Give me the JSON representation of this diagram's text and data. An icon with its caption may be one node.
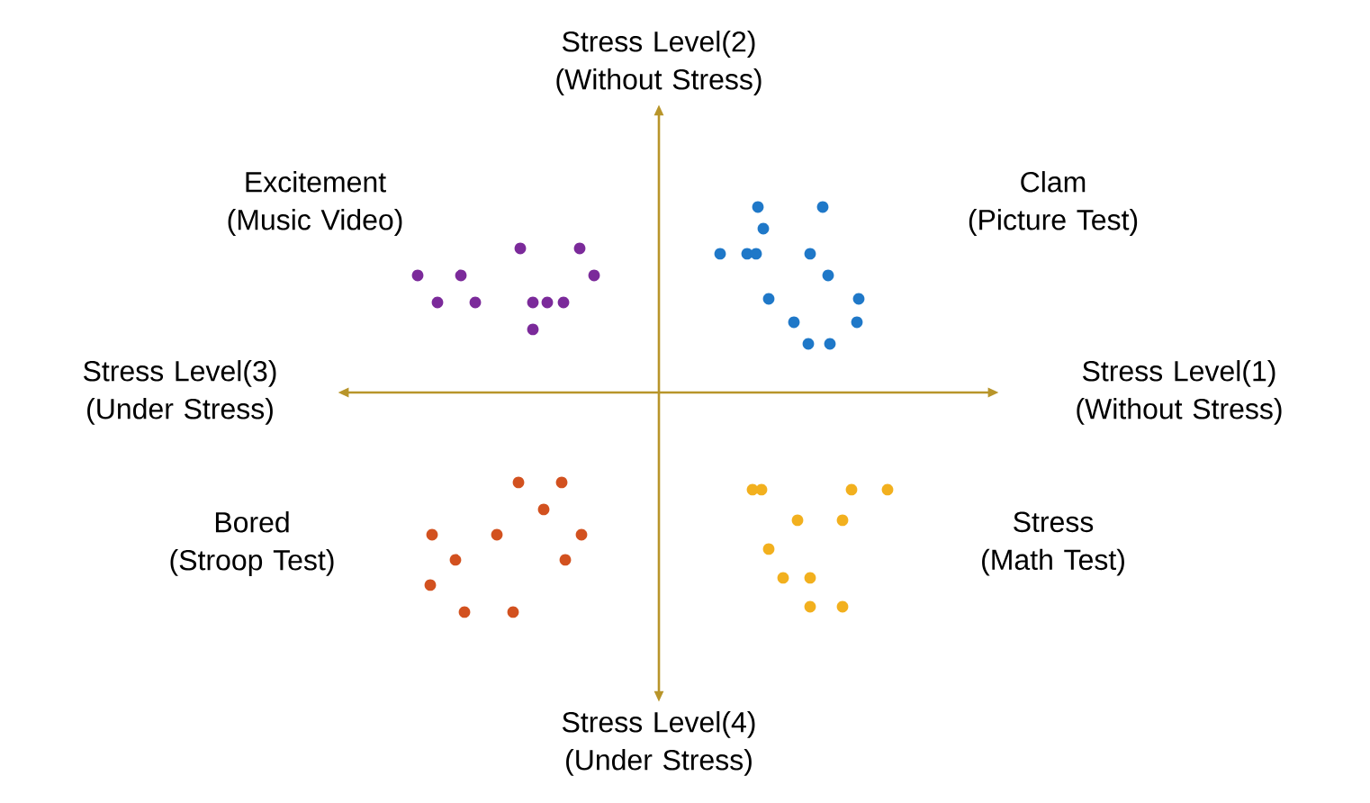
{
  "diagram": {
    "nodes": [
      {
        "text": [
          "Stress Level(2) (Without Stress)"
        ]
      },
      {
        "text": [
          "Stress Level(3) (Under Stress)"
        ]
      },
      {
        "text": [
          "Stress Level(1) (Without Stress)"
        ]
      },
      {
        "text": [
          "Stress Level(4) (Under Stress)"
        ]
      }
    ],
    "edges": [
      {
        "from": 0,
        "to": 3,
        "arrow": "both"
      },
      {
        "from": 1,
        "to": 2,
        "arrow": "both"
      }
    ],
    "labels": [
      "Excitement (Music Video)",
      "Clam (Picture Test)",
      "Bored (Stroop Test)",
      "Stress (Math Test)"
    ]
  }
}
